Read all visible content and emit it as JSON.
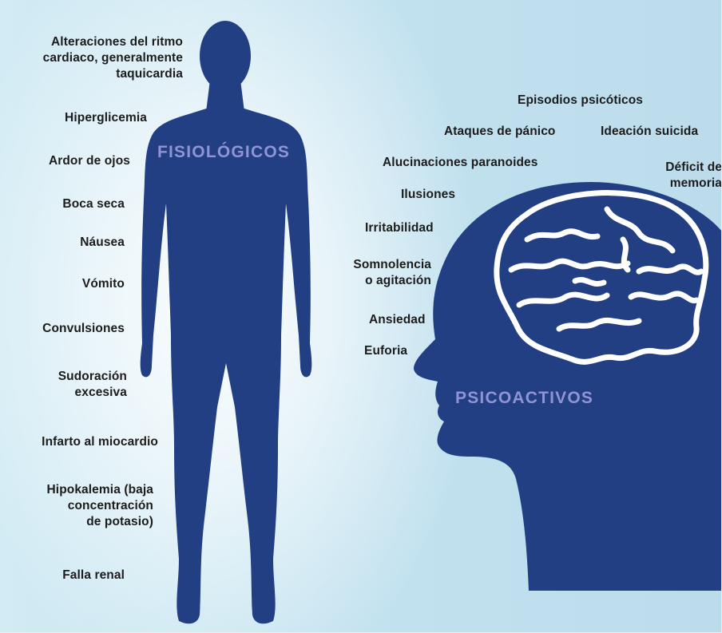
{
  "fisiologicos": {
    "title": "FISIOLÓGICOS",
    "effects": [
      "Alteraciones del ritmo\ncardiaco, generalmente\ntaquicardia",
      "Hiperglicemia",
      "Ardor de ojos",
      "Boca seca",
      "Náusea",
      "Vómito",
      "Convulsiones",
      "Sudoración\nexcesiva",
      "Infarto al miocardio",
      "Hipokalemia (baja\nconcentración\nde potasio)",
      "Falla renal"
    ]
  },
  "psicoactivos": {
    "title": "PSICOACTIVOS",
    "effects": [
      "Episodios psicóticos",
      "Ataques de pánico",
      "Ideación suicida",
      "Alucinaciones paranoides",
      "Déficit de\nmemoria",
      "Ilusiones",
      "Irritabilidad",
      "Somnolencia\no agitación",
      "Ansiedad",
      "Euforia"
    ]
  },
  "colors": {
    "silhouette": "#223f83",
    "title_text": "#8f95d4",
    "background": "#c4e3f0"
  }
}
